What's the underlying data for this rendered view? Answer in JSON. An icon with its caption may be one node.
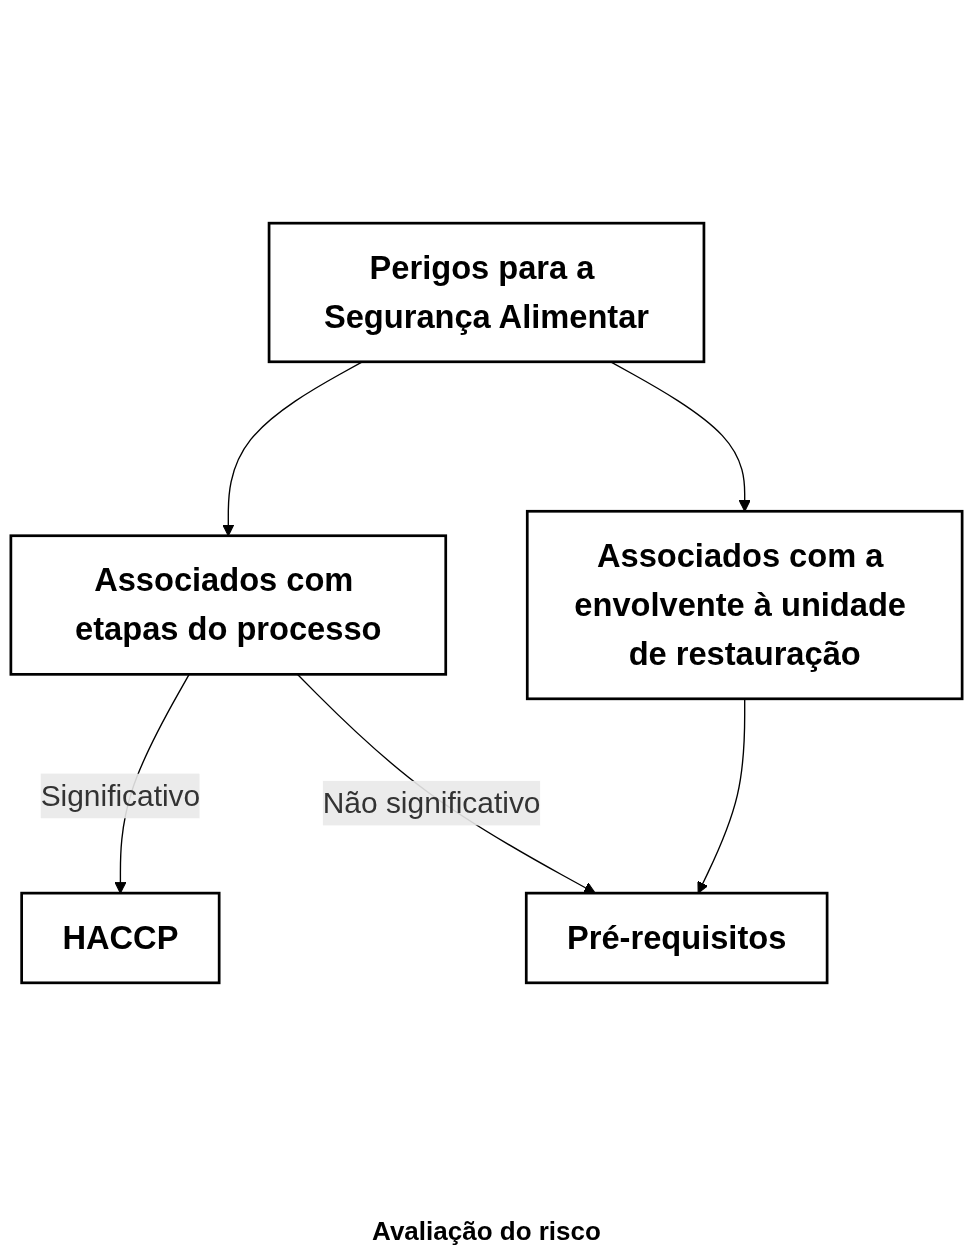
{
  "diagram": {
    "nodes": [
      {
        "text": [
          "Perigos para a Segurança Alimentar"
        ]
      },
      {
        "text": [
          "Associados com etapas do processo"
        ]
      },
      {
        "text": [
          "Associados com a envolvente à unidade de restauração"
        ]
      },
      {
        "text": [
          "HACCP"
        ]
      },
      {
        "text": [
          "Pré-requisitos"
        ]
      }
    ],
    "edges": [
      {
        "from": 0,
        "to": 1,
        "arrow": "to"
      },
      {
        "from": 0,
        "to": 2,
        "arrow": "to"
      },
      {
        "from": 1,
        "to": 3,
        "arrow": "to",
        "label": "Significativo"
      },
      {
        "from": 1,
        "to": 4,
        "arrow": "to",
        "label": "Não significativo"
      },
      {
        "from": 2,
        "to": 4,
        "arrow": "to"
      }
    ],
    "labels": [
      "Avaliação do risco"
    ]
  }
}
